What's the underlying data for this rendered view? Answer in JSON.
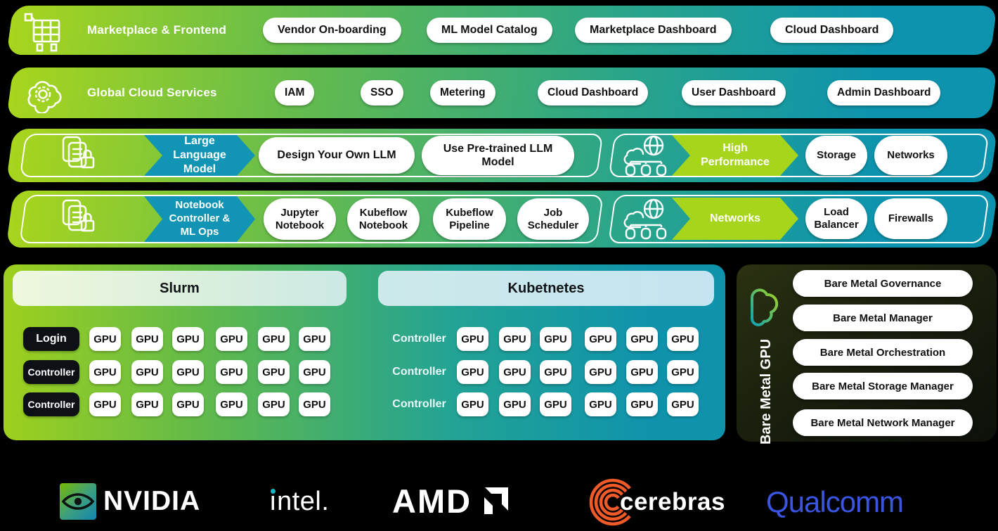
{
  "colors": {
    "background": "#000000",
    "band_gradient_start": "#a8d51d",
    "band_gradient_end": "#0d93ad",
    "arrow_teal": "#1295b4",
    "arrow_green": "#a6d51c",
    "pill_bg": "#ffffff",
    "pill_text": "#111111",
    "chip_black": "#0d1116",
    "slurm_header_bg": "#e7f4dd",
    "kubernetes_header_bg": "#c7e6ee",
    "bare_metal_bg": "#23290f",
    "nvidia_green": "#76b900",
    "intel_dot_teal": "#18b8c8",
    "cerebras_orange": "#f05a28",
    "qualcomm_blue": "#3b55e3"
  },
  "band1": {
    "title": "Marketplace & Frontend",
    "pills": [
      "Vendor On-boarding",
      "ML Model Catalog",
      "Marketplace Dashboard",
      "Cloud Dashboard"
    ]
  },
  "band2": {
    "title": "Global Cloud Services",
    "pills": [
      "IAM",
      "SSO",
      "Metering",
      "Cloud Dashboard",
      "User Dashboard",
      "Admin Dashboard"
    ]
  },
  "band3": {
    "left": {
      "arrow_label": "Large Language Model",
      "pills": [
        "Design Your Own LLM",
        "Use Pre-trained LLM Model"
      ]
    },
    "right": {
      "arrow_label": "High Performance",
      "pills": [
        "Storage",
        "Networks"
      ]
    }
  },
  "band4": {
    "left": {
      "arrow_label": "Notebook Controller & ML Ops",
      "pills": [
        "Jupyter Notebook",
        "Kubeflow Notebook",
        "Kubeflow Pipeline",
        "Job Scheduler"
      ]
    },
    "right": {
      "arrow_label": "Networks",
      "pills": [
        "Load Balancer",
        "Firewalls"
      ]
    }
  },
  "cluster": {
    "gpu_label": "GPU",
    "slurm": {
      "title": "Slurm",
      "row_labels": [
        "Login",
        "Controller",
        "Controller"
      ]
    },
    "kubernetes": {
      "title": "Kubetnetes",
      "row_labels": [
        "Controller",
        "Controller",
        "Controller"
      ]
    }
  },
  "bare_metal": {
    "vertical_label": "Bare Metal GPU",
    "pills": [
      "Bare Metal Governance",
      "Bare Metal Manager",
      "Bare Metal Orchestration",
      "Bare Metal Storage Manager",
      "Bare Metal Network Manager"
    ]
  },
  "logos": {
    "nvidia": "NVIDIA",
    "intel_i": "ı",
    "intel_rest": "ntel.",
    "amd": "AMD",
    "cerebras": "cerebras",
    "qualcomm": "Qualcomm"
  }
}
